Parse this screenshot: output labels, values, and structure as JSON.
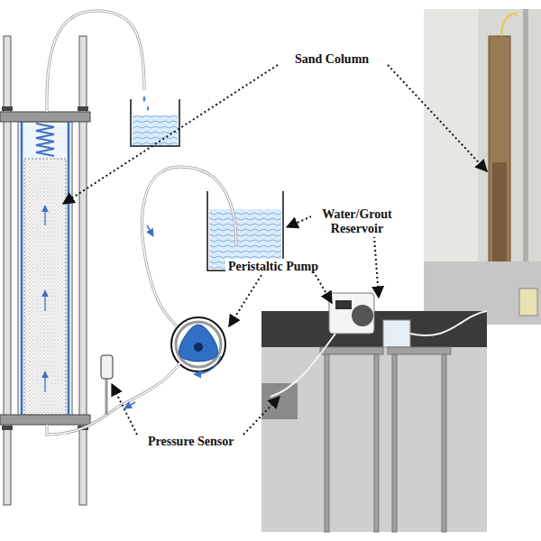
{
  "diagram": {
    "labels": [
      "Sand Column",
      "Water/Grout Reservoir",
      "Peristaltic Pump",
      "Pressure Sensor"
    ]
  }
}
